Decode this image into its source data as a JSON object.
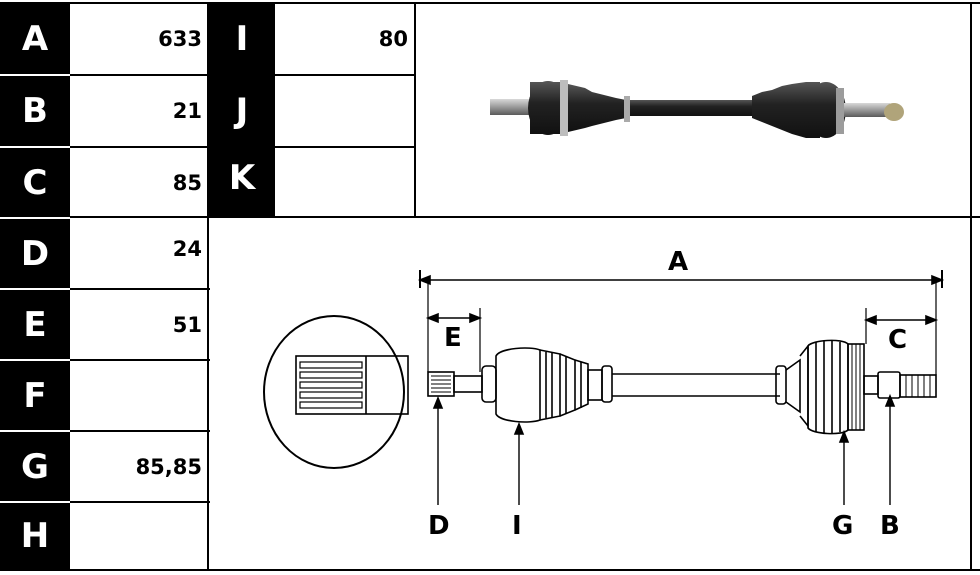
{
  "left_table": [
    {
      "letter": "A",
      "value": "633"
    },
    {
      "letter": "B",
      "value": "21"
    },
    {
      "letter": "C",
      "value": "85"
    },
    {
      "letter": "D",
      "value": "24"
    },
    {
      "letter": "E",
      "value": "51"
    },
    {
      "letter": "F",
      "value": ""
    },
    {
      "letter": "G",
      "value": "85,85"
    },
    {
      "letter": "H",
      "value": ""
    }
  ],
  "middle_table": [
    {
      "letter": "I",
      "value": "80"
    },
    {
      "letter": "J",
      "value": ""
    },
    {
      "letter": "K",
      "value": ""
    }
  ],
  "diagram_labels": {
    "A": "A",
    "E": "E",
    "C": "C",
    "D": "D",
    "I": "I",
    "G": "G",
    "B": "B"
  }
}
